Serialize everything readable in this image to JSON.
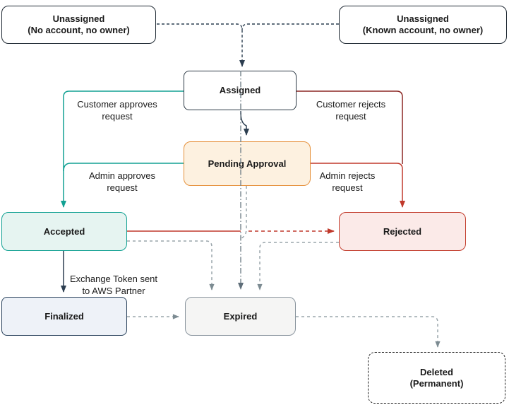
{
  "diagram": {
    "nodes": {
      "unassigned_no_account": "Unassigned\n(No account, no owner)",
      "unassigned_known_account": "Unassigned\n(Known account, no owner)",
      "assigned": "Assigned",
      "pending_approval": "Pending Approval",
      "accepted": "Accepted",
      "rejected": "Rejected",
      "finalized": "Finalized",
      "expired": "Expired",
      "deleted": "Deleted\n(Permanent)"
    },
    "edge_labels": {
      "customer_approves": "Customer approves\nrequest",
      "customer_rejects": "Customer rejects\nrequest",
      "admin_approves": "Admin approves\nrequest",
      "admin_rejects": "Admin rejects\nrequest",
      "exchange_token": "Exchange Token sent\nto AWS Partner"
    },
    "colors": {
      "approve_teal": "#12A193",
      "reject_red": "#C0392B",
      "reject_maroon": "#8B2723",
      "dark_navy": "#2C3E50",
      "expiry_gray": "#9AA5AB",
      "center_line_gray": "#76838C",
      "accepted_fill": "#E6F4F1",
      "pending_fill": "#FDF1E0",
      "pending_stroke": "#E6913C",
      "rejected_fill": "#FBEAE8",
      "finalized_fill": "#EEF2F8",
      "finalized_stroke": "#28415B",
      "expired_fill": "#F5F5F4",
      "expired_stroke": "#8A959E",
      "node_stroke": "#1F2933"
    }
  }
}
